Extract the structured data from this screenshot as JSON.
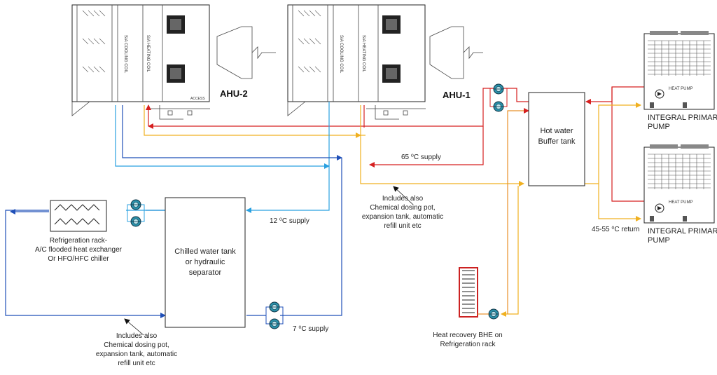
{
  "colors": {
    "hot_supply": "#d62020",
    "hot_return": "#f0b020",
    "chw_dark": "#1f4fb8",
    "chw_light": "#29a0e0",
    "pump": "#2a8fa8",
    "hex_red": "#cc2222",
    "orange": "#e8902a"
  },
  "icons": [
    "pump-icon",
    "heat-pump-icon",
    "heat-exchanger-icon",
    "plate-heat-exchanger-icon"
  ],
  "labels": {
    "ahu2": "AHU-2",
    "ahu1": "AHU-1",
    "ahu2_cooling_coil": "S/A COOLING COIL",
    "ahu2_heating_coil": "S/A HEATING COIL",
    "ahu1_cooling_coil": "S/A COOLING COIL",
    "ahu1_heating_coil": "S/A HEATING COIL",
    "access": "ACCESS",
    "hot_water_tank_line1": "Hot water",
    "hot_water_tank_line2": "Buffer tank",
    "supply_65": "65 ⁰C supply",
    "includes_top_1": "Includes also",
    "includes_top_2": "Chemical dosing pot,",
    "includes_top_3": "expansion tank, automatic",
    "includes_top_4": "refill unit etc",
    "heat_pump": "HEAT PUMP",
    "integral_pump_1a": "INTEGRAL PRIMARY",
    "integral_pump_1b": "PUMP",
    "integral_pump_2a": "INTEGRAL PRIMARY",
    "integral_pump_2b": "PUMP",
    "return_45_55": "45-55 ⁰C return",
    "supply_12": "12 ⁰C supply",
    "chw_tank_1": "Chilled water tank",
    "chw_tank_2": "or hydraulic",
    "chw_tank_3": "separator",
    "refrig_1": "Refrigeration  rack-",
    "refrig_2": "A/C flooded heat exchanger",
    "refrig_3": "Or HFO/HFC chiller",
    "supply_7": "7 ⁰C supply",
    "includes_bottom_1": "Includes also",
    "includes_bottom_2": "Chemical dosing pot,",
    "includes_bottom_3": "expansion tank, automatic",
    "includes_bottom_4": "refill unit etc",
    "bhe_1": "Heat recovery BHE on",
    "bhe_2": "Refrigeration rack"
  }
}
